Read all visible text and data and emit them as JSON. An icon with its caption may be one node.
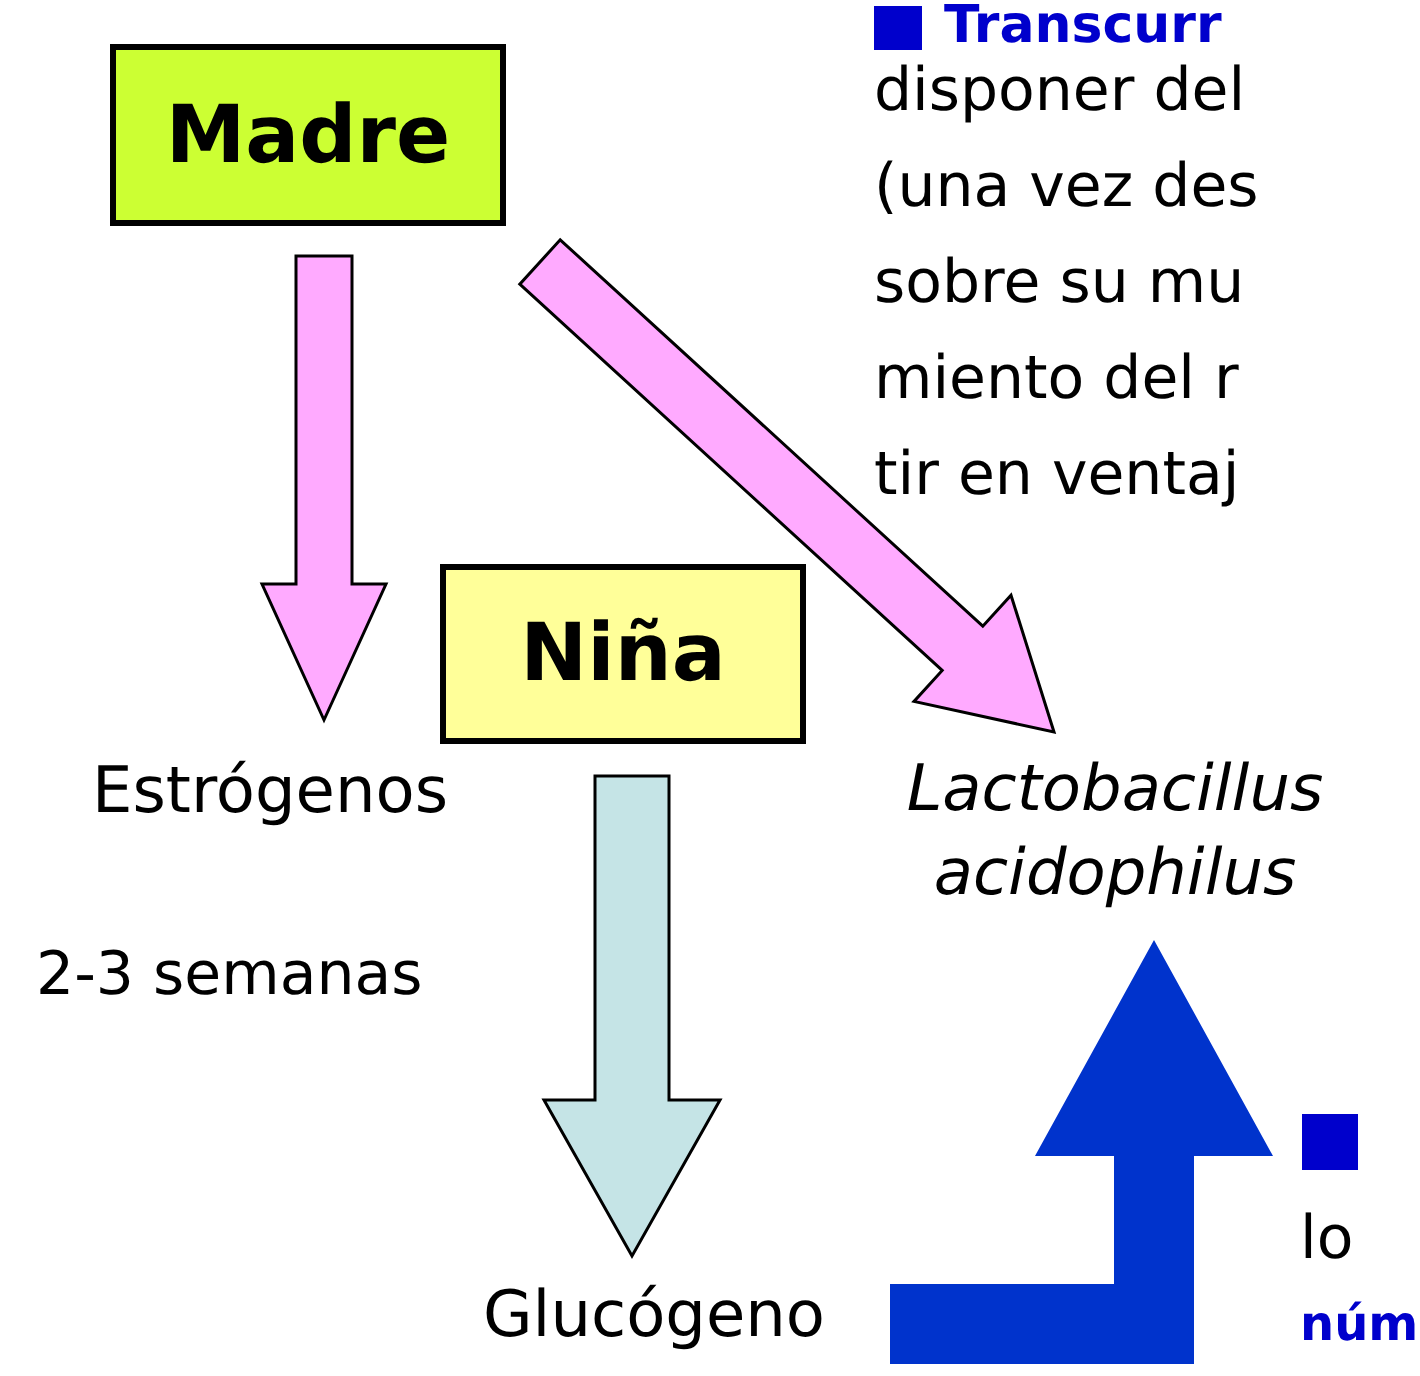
{
  "diagram": {
    "nodes": [
      {
        "text": [
          "Madre"
        ]
      },
      {
        "text": [
          "Niña"
        ]
      },
      {
        "text": [
          "Estrógenos"
        ]
      },
      {
        "text": [
          "Lactobacillus acidophilus"
        ]
      },
      {
        "text": [
          "Glucógeno"
        ]
      }
    ],
    "edges": [
      {
        "from": 0,
        "to": 2,
        "arrow": "to"
      },
      {
        "from": 0,
        "to": 3,
        "arrow": "to"
      },
      {
        "from": 1,
        "to": 4,
        "arrow": "to",
        "label": "2-3 semanas",
        "color": "#c5e4e6"
      },
      {
        "from": 4,
        "to": 3,
        "arrow": "to",
        "style": "thick",
        "color": "#0033cc"
      }
    ],
    "labels": [
      "Transcurr",
      "disponer del",
      "(una vez des",
      "sobre su mu",
      "miento del r",
      "tir en ventaj",
      "lo",
      "núm"
    ]
  }
}
